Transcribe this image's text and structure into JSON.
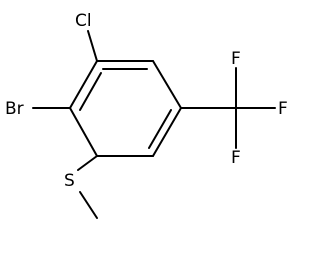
{
  "atoms": {
    "chlorine": "Cl",
    "bromine": "Br",
    "sulfur": "S",
    "fluorine_top": "F",
    "fluorine_right": "F",
    "fluorine_bottom": "F"
  }
}
